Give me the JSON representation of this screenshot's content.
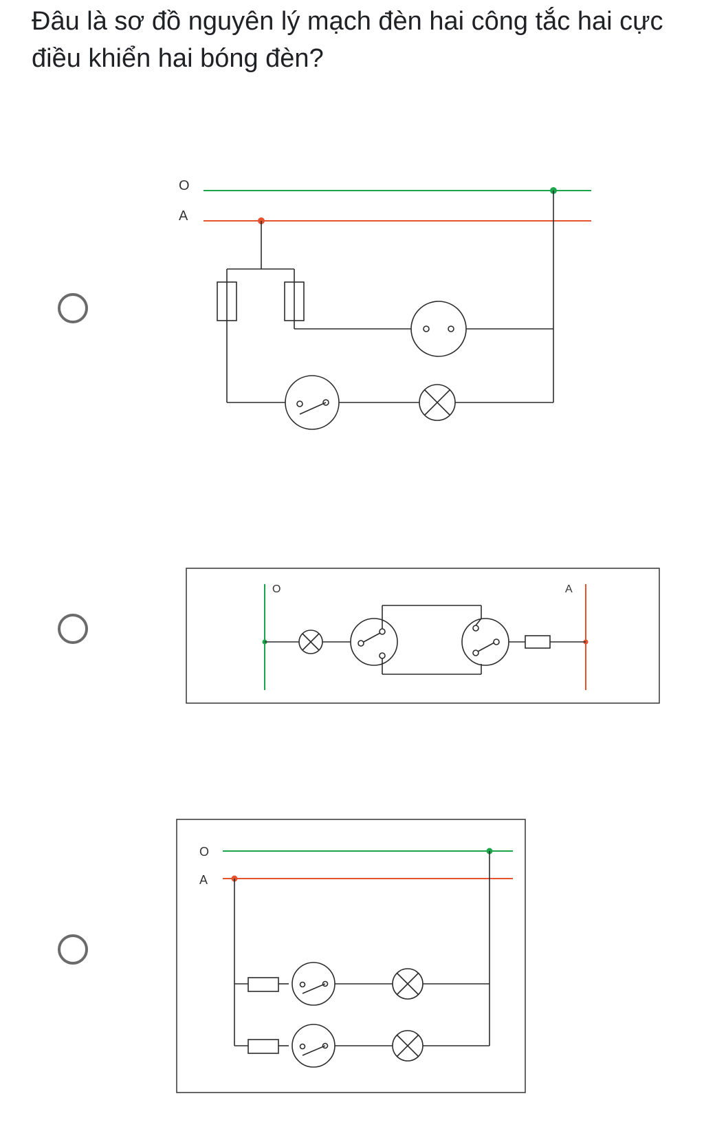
{
  "question": {
    "text": "Đâu là sơ đồ nguyên lý mạch đèn hai công tắc hai cực điều khiển hai bóng đèn?"
  },
  "options": [
    {
      "id": "option-1",
      "labels": {
        "neutral": "O",
        "phase": "A"
      }
    },
    {
      "id": "option-2",
      "labels": {
        "neutral": "O",
        "phase": "A"
      }
    },
    {
      "id": "option-3",
      "labels": {
        "neutral": "O",
        "phase": "A"
      }
    }
  ],
  "colors": {
    "neutral_wire": "#1aa54b",
    "phase_wire": "#e5522b",
    "radio_border": "#6b6b6b"
  }
}
